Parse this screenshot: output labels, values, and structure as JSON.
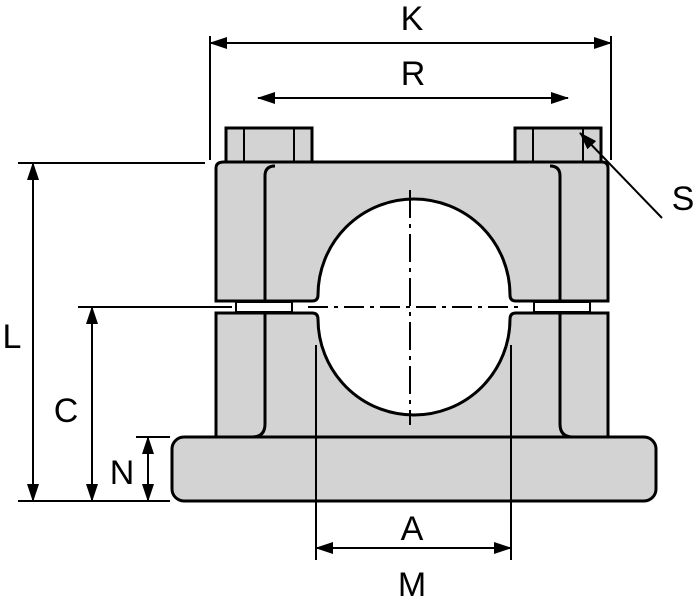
{
  "labels": {
    "K": "K",
    "R": "R",
    "S": "S",
    "L": "L",
    "C": "C",
    "N": "N",
    "A": "A",
    "M": "M"
  },
  "colors": {
    "fill": "#d3d3d3",
    "line": "#000000",
    "background": "#ffffff"
  }
}
